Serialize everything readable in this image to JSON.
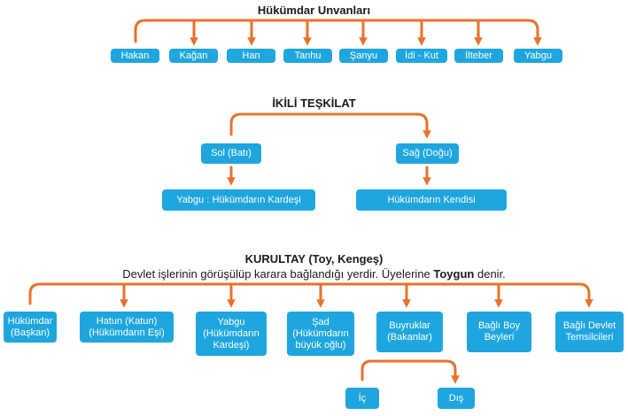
{
  "colors": {
    "box": "#1fa6de",
    "arrow": "#e8722c",
    "text": "#1a1a1a"
  },
  "titles": {
    "hukumdar": "Hükümdar Unvanları",
    "ikili": "İKİLİ TEŞKİLAT",
    "kurultay": "KURULTAY (Toy, Kengeş)",
    "kurultay_desc_pre": "Devlet işlerinin görüşülüp karara bağlandığı yerdir. Üyelerine ",
    "kurultay_desc_bold": "Toygun",
    "kurultay_desc_post": " denir."
  },
  "unvanlar": [
    "Hakan",
    "Kağan",
    "Han",
    "Tanhu",
    "Şanyu",
    "İdi - Kut",
    "İlteber",
    "Yabgu"
  ],
  "ikili": {
    "sol": "Sol (Batı)",
    "sag": "Sağ (Doğu)",
    "sol_alt": "Yabgu : Hükümdarın Kardeşi",
    "sag_alt": "Hükümdarın Kendisi"
  },
  "kurultay_uyeleri": [
    "Hükümdar\n(Başkan)",
    "Hatun (Katun)\n(Hükümdarın Eşi)",
    "Yabgu\n(Hükümdarın\nKardeşi)",
    "Şad\n(Hükümdarın\nbüyük oğlu)",
    "Buyruklar\n(Bakanlar)",
    "Bağlı Boy\nBeyleri",
    "Bağlı Devlet\nTemsilcileri"
  ],
  "buyruk_alt": [
    "İç",
    "Dış"
  ]
}
